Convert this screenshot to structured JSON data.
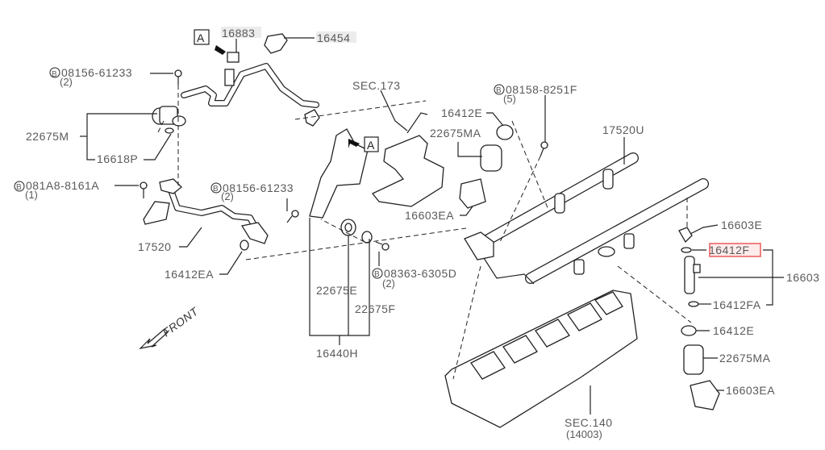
{
  "diagram": {
    "ref_box_label": "A",
    "front_label": "FRONT",
    "bolt_symbol": "B",
    "highlight_color": "#f08080",
    "parts": {
      "p16883": "16883",
      "p16454": "16454",
      "bolt1": "08156-61233",
      "bolt1_qty": "(2)",
      "p22675M": "22675M",
      "p16618P": "16618P",
      "bolt2": "081A8-8161A",
      "bolt2_qty": "(1)",
      "bolt3": "08156-61233",
      "bolt3_qty": "(2)",
      "p17520": "17520",
      "p16412EA": "16412EA",
      "sec173": "SEC.173",
      "p16412E_top": "16412E",
      "p22675MA_top": "22675MA",
      "p16603EA_top": "16603EA",
      "bolt4": "08158-8251F",
      "bolt4_qty": "(5)",
      "p17520U": "17520U",
      "p16603E": "16603E",
      "p16412F": "16412F",
      "p16603": "16603",
      "p16412FA": "16412FA",
      "p16412E_bot": "16412E",
      "p22675MA_bot": "22675MA",
      "p16603EA_bot": "16603EA",
      "bolt5": "08363-6305D",
      "bolt5_qty": "(2)",
      "p22675E": "22675E",
      "p22675F": "22675F",
      "p16440H": "16440H",
      "sec140": "SEC.140",
      "sec140_sub": "(14003)"
    }
  }
}
